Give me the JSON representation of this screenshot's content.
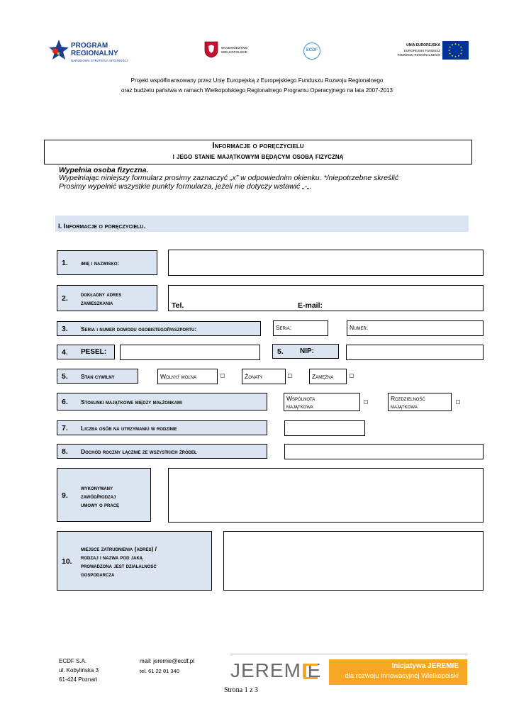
{
  "header": {
    "logo1": {
      "line1": "PROGRAM",
      "line2": "REGIONALNY",
      "line3": "NARODOWA STRATEGIA SPÓJNOŚCI"
    },
    "logo2": {
      "line1": "WOJEWÓDZTWO",
      "line2": "WIELKOPOLSKIE"
    },
    "logo3": {
      "text": "ECDF"
    },
    "logo4": {
      "line1": "UNIA EUROPEJSKA",
      "line2": "EUROPEJSKI FUNDUSZ",
      "line3": "ROZWOJU REGIONALNEGO"
    },
    "project_line1": "Projekt współfinansowany przez Unię Europejską z Europejskiego Funduszu Rozwoju Regionalnego",
    "project_line2": "oraz budżetu państwa w ramach Wielkopolskiego Regionalnego Programu Operacyjnego na lata 2007-2013"
  },
  "title": {
    "line1": "Informacje o poręczycielu",
    "line2": "i jego stanie majątkowym będącym osobą fizyczną"
  },
  "instructions": {
    "line1": "Wypełnia osoba fizyczna.",
    "line2": "Wypełniając niniejszy formularz prosimy zaznaczyć „x” w odpowiednim okienku. */niepotrzebne skreślić",
    "line3": "Prosimy wypełnić wszystkie punkty formularza, jeżeli nie dotyczy wstawić „-„."
  },
  "section": {
    "title": "I. Informacje o poręczycielu."
  },
  "fields": {
    "f1": {
      "num": "1.",
      "label": "imię i nazwisko:"
    },
    "f2": {
      "num": "2.",
      "label_line1": "dokładny adres",
      "label_line2": "zamieszkania",
      "tel": "Tel.",
      "email": "E-mail:"
    },
    "f3": {
      "num": "3.",
      "label": "Seria i numer dowodu osobistego/paszportu:",
      "seria": "Seria:",
      "numer": "Numer:"
    },
    "f4": {
      "num": "4.",
      "label": "PESEL:"
    },
    "f5nip": {
      "num": "5.",
      "label": "NIP:"
    },
    "f5": {
      "num": "5.",
      "label": "Stan cywilny",
      "opt1": "Wolny/ wolna",
      "opt2": "Żonaty",
      "opt3": "Zamężna"
    },
    "f6": {
      "num": "6.",
      "label": "Stosunki majątkowe między małżonkami",
      "opt1_line1": "Wspólnota",
      "opt1_line2": "majątkowa",
      "opt2_line1": "Rozdzielność",
      "opt2_line2": "majątkowa"
    },
    "f7": {
      "num": "7.",
      "label": "Liczba osób na utrzymaniu w rodzinie"
    },
    "f8": {
      "num": "8.",
      "label": "Dochód roczny łącznie ze wszystkich źródeł"
    },
    "f9": {
      "num": "9.",
      "label_line1": "wykonywany",
      "label_line2": "zawód/rodzaj",
      "label_line3": "umowy o pracę"
    },
    "f10": {
      "num": "10.",
      "label_line1": "miejsce zatrudnienia (adres) /",
      "label_line2": "rodzaj i nazwa pod jaką",
      "label_line3": "prowadzona jest działalność",
      "label_line4": "gospodarcza"
    }
  },
  "footer": {
    "company": "ECDF S.A.",
    "street": "ul. Kobylińska 3",
    "city": "61-424 Poznań",
    "mail": "mail: jeremie@ecdf.pl",
    "tel": "tel. 61 22 81 340",
    "brand": "JEREMIE",
    "initiative_line1": "Inicjatywa JEREMIE",
    "initiative_line2": "dla rozwoju innowacyjnej Wielkopolski",
    "page": "Strona 1 z 3"
  },
  "colors": {
    "label_fill": "#dbe5f1",
    "section_fill": "#dbe5f1",
    "jeremie_orange": "#f5a623",
    "eu_blue": "#003399"
  }
}
